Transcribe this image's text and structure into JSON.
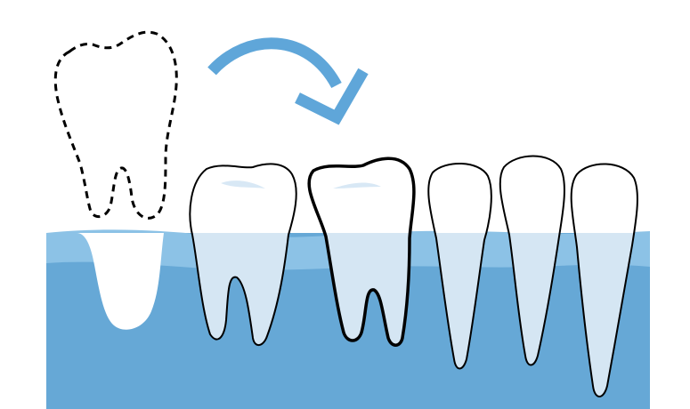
{
  "diagram": {
    "elements": [
      {
        "name": "missing-tooth-outline",
        "kind": "dashed-outline"
      },
      {
        "name": "tilting-arrow",
        "kind": "curved-arrow"
      },
      {
        "name": "molar-1",
        "kind": "molar"
      },
      {
        "name": "molar-2-tilted",
        "kind": "molar",
        "highlighted": true
      },
      {
        "name": "premolar-1",
        "kind": "premolar"
      },
      {
        "name": "premolar-2",
        "kind": "premolar"
      },
      {
        "name": "premolar-3",
        "kind": "premolar"
      }
    ],
    "colors": {
      "gum_deep": "#66a8d6",
      "gum_light": "#8cc2e6",
      "tooth_root": "#d5e6f3",
      "tooth_crown": "#ffffff",
      "tooth_gloss": "#d8e8f5",
      "arrow": "#5fa6d9",
      "outline": "#000000"
    }
  }
}
